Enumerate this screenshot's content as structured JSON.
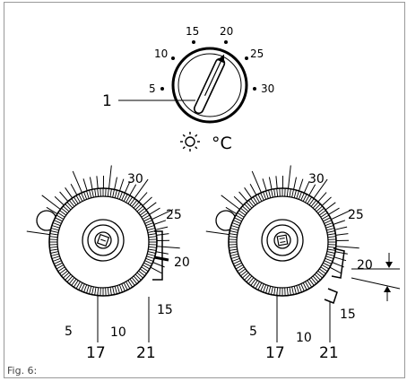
{
  "top_dial": {
    "scale_labels": [
      "5",
      "10",
      "15",
      "20",
      "25",
      "30"
    ],
    "callout_label": "1",
    "unit_label": "°C",
    "sun_icon": "sun-icon"
  },
  "left_dial": {
    "scale_labels": [
      "5",
      "10",
      "15",
      "20",
      "25",
      "30"
    ],
    "callouts": [
      "17",
      "21"
    ]
  },
  "right_dial": {
    "scale_labels": [
      "5",
      "10",
      "15",
      "20",
      "25",
      "30"
    ],
    "callouts": [
      "17",
      "21"
    ]
  },
  "caption": "Fig. 6:",
  "colors": {
    "ink": "#000000",
    "frame": "#999999",
    "background": "#ffffff"
  }
}
